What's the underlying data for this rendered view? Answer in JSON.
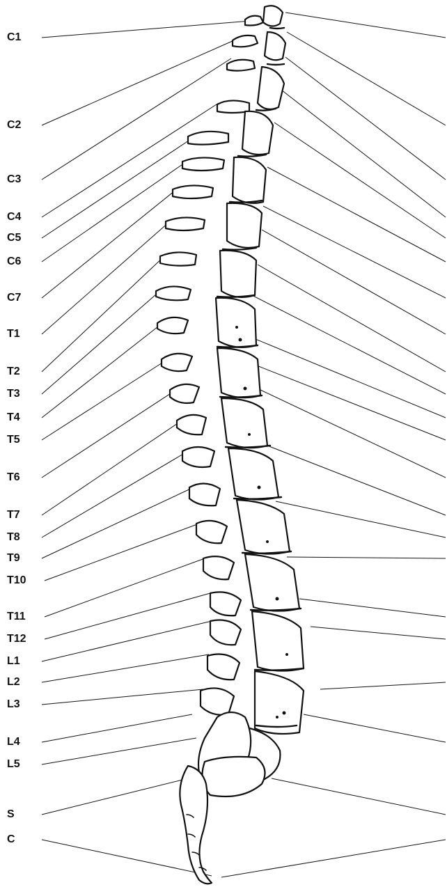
{
  "diagram": {
    "labels": [
      "C1",
      "C2",
      "C3",
      "C4",
      "C5",
      "C6",
      "C7",
      "T1",
      "T2",
      "T3",
      "T4",
      "T5",
      "T6",
      "T7",
      "T8",
      "T9",
      "T10",
      "T11",
      "T12",
      "L1",
      "L2",
      "L3",
      "L4",
      "L5",
      "S",
      "C"
    ]
  },
  "colors": {
    "ink": "#111111",
    "background": "#ffffff"
  }
}
